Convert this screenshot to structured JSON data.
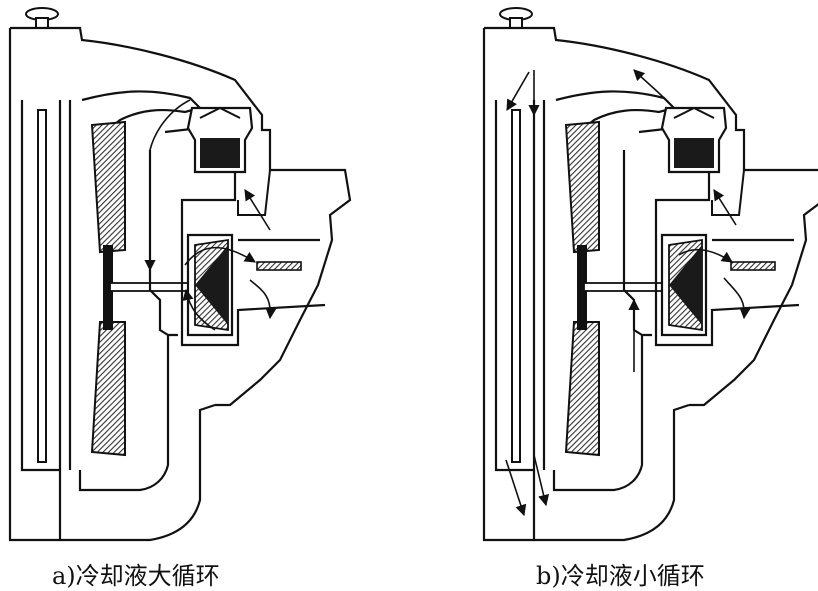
{
  "figure": {
    "panels": [
      {
        "id": "a",
        "caption": "a)冷却液大循环"
      },
      {
        "id": "b",
        "caption": "b)冷却液小循环"
      }
    ],
    "colors": {
      "ink": "#111111",
      "paper": "#ffffff",
      "hatch": "#4a4a4a",
      "valve": "#1a1a1a"
    }
  }
}
